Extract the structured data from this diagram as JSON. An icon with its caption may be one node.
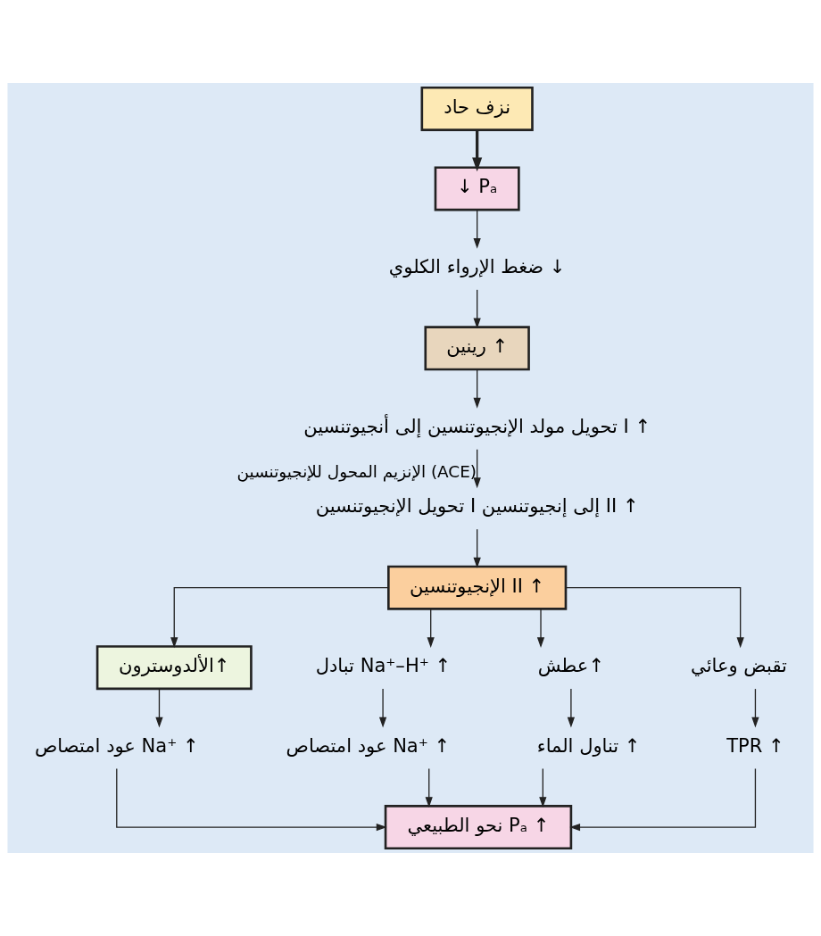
{
  "diagram": {
    "nodes": [
      {
        "text": [
          "نزف حاد"
        ]
      },
      {
        "text": [
          "↓ Pₐ"
        ]
      },
      {
        "text": [
          "ضغط الإرواء الكلوي ↓"
        ]
      },
      {
        "text": [
          "رينين ↑"
        ]
      },
      {
        "text": [
          "تحويل مولد الإنجيوتنسين إلى أنجيوتنسين I ↑"
        ]
      },
      {
        "text": [
          "تحويل الإنجيوتنسين I إلى إنجيوتنسين II ↑"
        ]
      },
      {
        "text": [
          "الإنجيوتنسين II ↑"
        ]
      },
      {
        "text": [
          "الألدوسترون↑"
        ]
      },
      {
        "text": [
          "تبادل Na⁺–H⁺ ↑"
        ]
      },
      {
        "text": [
          "عطش↑"
        ]
      },
      {
        "text": [
          "تقبض وعائي"
        ]
      },
      {
        "text": [
          "عود امتصاص Na⁺ ↑"
        ]
      },
      {
        "text": [
          "عود امتصاص Na⁺ ↑"
        ]
      },
      {
        "text": [
          "تناول الماء ↑"
        ]
      },
      {
        "text": [
          "TPR ↑"
        ]
      },
      {
        "text": [
          "نحو الطبيعي Pₐ ↑"
        ]
      }
    ],
    "edges": [
      {
        "from": 0,
        "to": 1,
        "arrow": "to",
        "style": "thick"
      },
      {
        "from": 1,
        "to": 2,
        "arrow": "to"
      },
      {
        "from": 2,
        "to": 3,
        "arrow": "to"
      },
      {
        "from": 3,
        "to": 4,
        "arrow": "to"
      },
      {
        "from": 4,
        "to": 5,
        "arrow": "to",
        "label": "الإنزيم المحول للإنجيوتنسين (ACE)"
      },
      {
        "from": 5,
        "to": 6,
        "arrow": "to"
      },
      {
        "from": 6,
        "to": 7,
        "arrow": "to"
      },
      {
        "from": 6,
        "to": 8,
        "arrow": "to"
      },
      {
        "from": 6,
        "to": 9,
        "arrow": "to"
      },
      {
        "from": 6,
        "to": 10,
        "arrow": "to"
      },
      {
        "from": 7,
        "to": 11,
        "arrow": "to"
      },
      {
        "from": 8,
        "to": 12,
        "arrow": "to"
      },
      {
        "from": 9,
        "to": 13,
        "arrow": "to"
      },
      {
        "from": 10,
        "to": 14,
        "arrow": "to"
      },
      {
        "from": 11,
        "to": 15,
        "arrow": "to"
      },
      {
        "from": 12,
        "to": 15,
        "arrow": "to"
      },
      {
        "from": 13,
        "to": 15,
        "arrow": "to"
      },
      {
        "from": 14,
        "to": 15,
        "arrow": "to"
      }
    ]
  }
}
